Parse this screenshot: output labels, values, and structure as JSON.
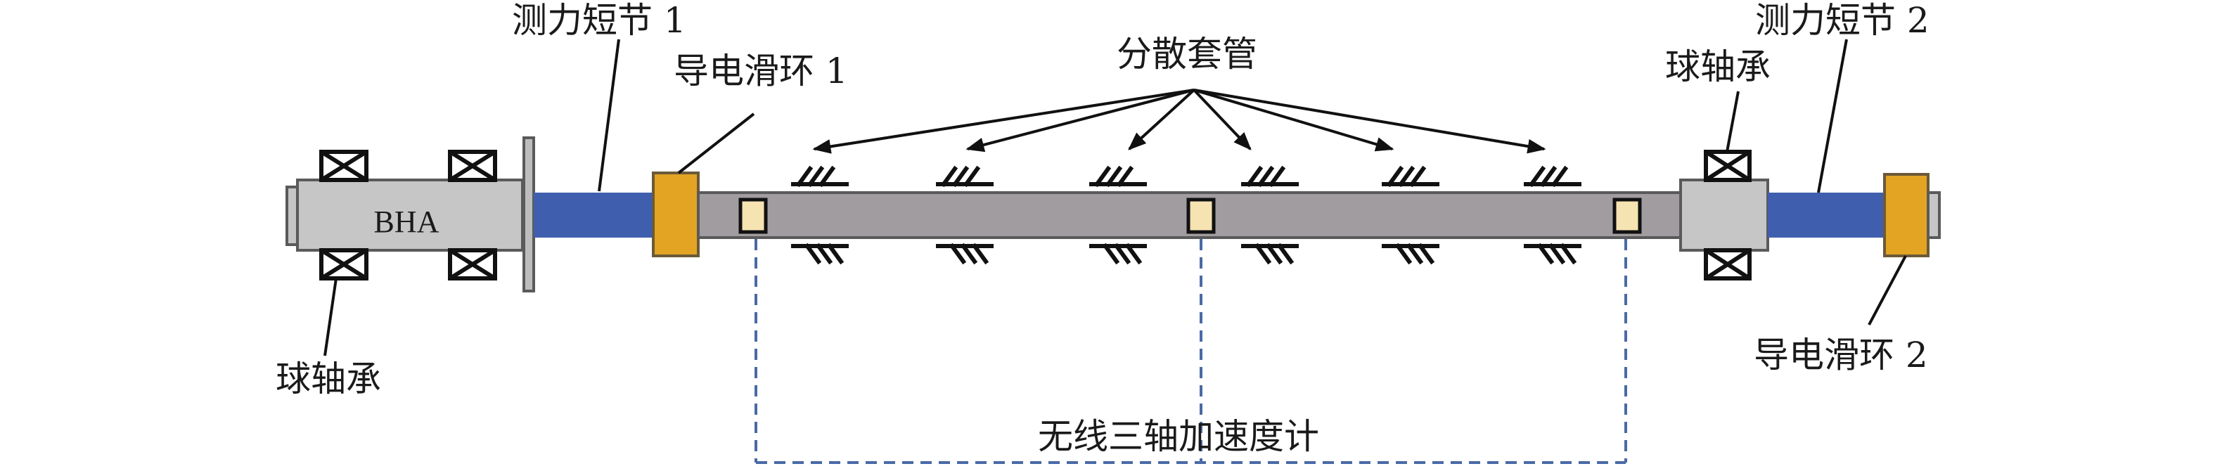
{
  "labels": {
    "bha": "BHA",
    "load_sub_1": "测力短节 1",
    "load_sub_2": "测力短节 2",
    "slip_ring_1": "导电滑环 1",
    "slip_ring_2": "导电滑环 2",
    "ball_bearing_left": "球轴承",
    "ball_bearing_right": "球轴承",
    "casings": "分散套管",
    "accelerometer": "无线三轴加速度计"
  },
  "colors": {
    "blue_sub": "#3f5fae",
    "slip_ring": "#e3a423",
    "pipe": "#a09ca0",
    "housing": "#c6c6c6",
    "sensor": "#f6e3b2",
    "dashed": "#4a6aa6",
    "outline": "#5a5a5a",
    "text": "#1a1a1a"
  }
}
